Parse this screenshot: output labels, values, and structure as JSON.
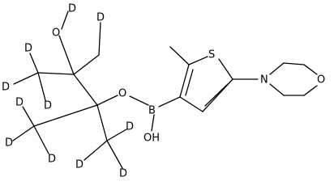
{
  "molecule": {
    "labels": {
      "sulfur": "S",
      "nitrogen": "N",
      "morpholine_oxygen": "O",
      "boron": "B",
      "ester_oxygen": "O",
      "boron_hydroxyl": "OH",
      "alcohol_oxygen": "O",
      "deuterium": "D"
    }
  }
}
